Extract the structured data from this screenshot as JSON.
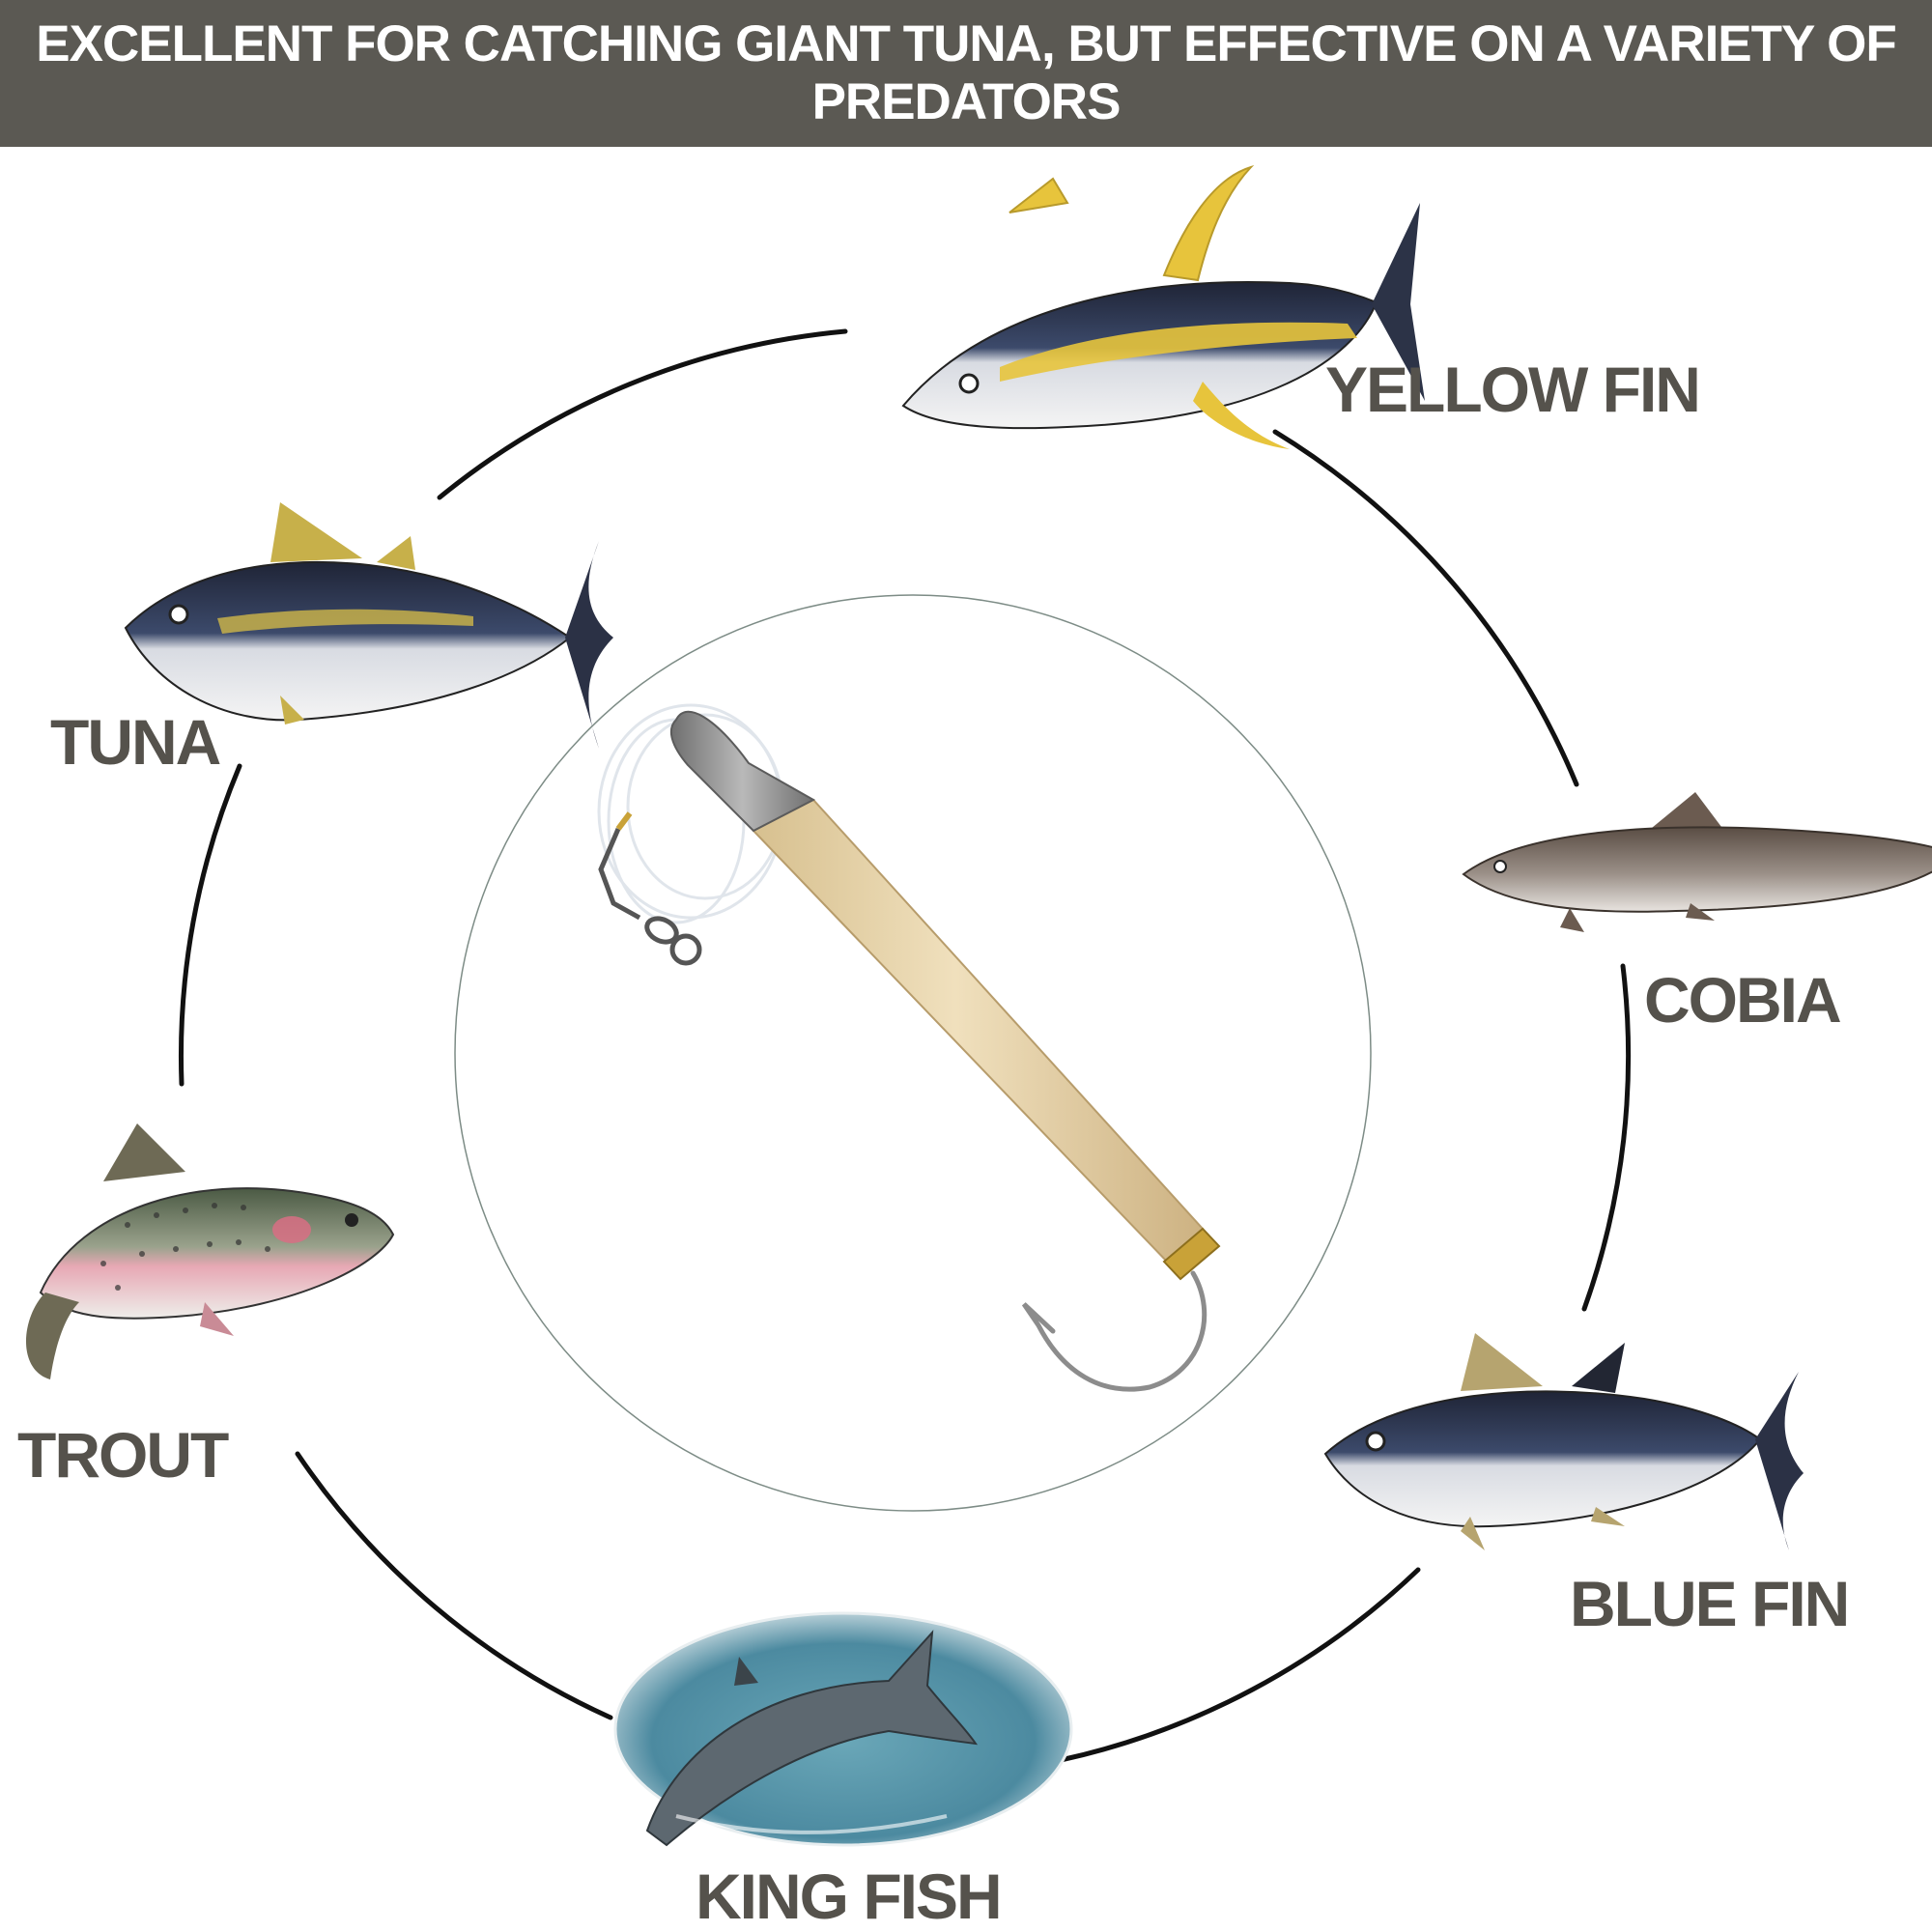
{
  "banner": {
    "headline": "EXCELLENT FOR CATCHING GIANT TUNA, BUT EFFECTIVE ON A VARIETY OF PREDATORS"
  },
  "labels": {
    "yellow_fin": "YELLOW FIN",
    "tuna": "TUNA",
    "cobia": "COBIA",
    "trout": "TROUT",
    "blue_fin": "BLUE FIN",
    "king_fish": "KING FISH"
  },
  "colors": {
    "banner_background": "#5b5953",
    "banner_text": "#ffffff",
    "label_text": "#55524c",
    "ring_line": "#111111",
    "lure_wood": "#e6d2a6",
    "lure_weight": "#8e8e8e",
    "lure_collar": "#c9a238"
  },
  "illustrations": {
    "center_product": "wooden-lure-with-lead-head-hook-and-swivel",
    "fish_icons": [
      "yellowfin-tuna-icon",
      "tuna-icon",
      "cobia-icon",
      "trout-icon",
      "bluefin-tuna-icon",
      "kingfish-photo-icon"
    ]
  }
}
